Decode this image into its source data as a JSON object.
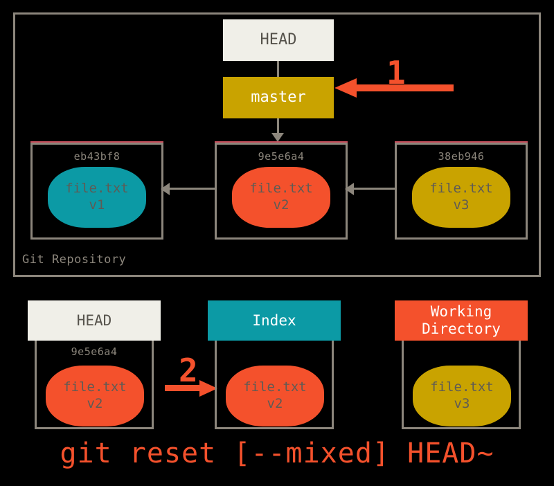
{
  "repository": {
    "label": "Git Repository",
    "head": {
      "label": "HEAD"
    },
    "branch": {
      "label": "master"
    },
    "commits": [
      {
        "hash": "eb43bf8",
        "file": "file.txt",
        "version": "v1",
        "color": "#0c9aa5"
      },
      {
        "hash": "9e5e6a4",
        "file": "file.txt",
        "version": "v2",
        "color": "#f4512c"
      },
      {
        "hash": "38eb946",
        "file": "file.txt",
        "version": "v3",
        "color": "#c9a300"
      }
    ]
  },
  "steps": [
    {
      "number": "1"
    },
    {
      "number": "2"
    }
  ],
  "areas": [
    {
      "title": "HEAD",
      "hash": "9e5e6a4",
      "file": "file.txt",
      "version": "v2",
      "header_bg": "#f0efe8",
      "header_fg": "#56534c",
      "blob_color": "#f4512c"
    },
    {
      "title": "Index",
      "hash": "",
      "file": "file.txt",
      "version": "v2",
      "header_bg": "#0c9aa5",
      "header_fg": "#ffffff",
      "blob_color": "#f4512c"
    },
    {
      "title_line1": "Working",
      "title_line2": "Directory",
      "hash": "",
      "file": "file.txt",
      "version": "v3",
      "header_bg": "#f4512c",
      "header_fg": "#ffffff",
      "blob_color": "#c9a300"
    }
  ],
  "command": "git reset [--mixed] HEAD~",
  "colors": {
    "background": "#000000",
    "frame": "#8c867c",
    "accent_red": "#f4512c",
    "accent_gold": "#c9a300",
    "accent_teal": "#0c9aa5",
    "offwhite": "#f0efe8",
    "text_gray": "#5e5b55"
  }
}
